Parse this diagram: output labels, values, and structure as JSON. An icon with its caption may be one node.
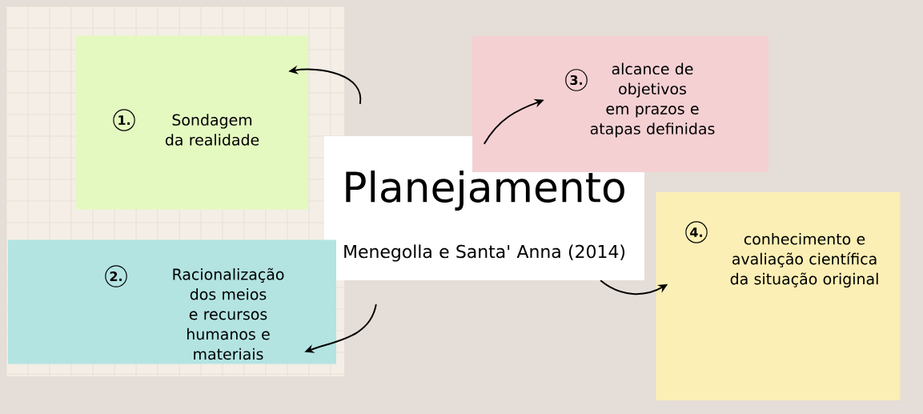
{
  "diagram": {
    "nodes": [
      {
        "text": [
          "Planejamento",
          "Menegolla e Santa' Anna (2014)"
        ]
      },
      {
        "text": [
          "1.",
          "Sondagem da realidade"
        ]
      },
      {
        "text": [
          "2.",
          "Racionalização dos meios e recursos humanos e materiais"
        ]
      },
      {
        "text": [
          "3.",
          "alcance de objetivos em prazos e atapas definidas"
        ]
      },
      {
        "text": [
          "4.",
          "conhecimento e avaliação científica da situação original"
        ]
      }
    ],
    "edges": [
      {
        "from": 0,
        "to": 1,
        "arrow": "to"
      },
      {
        "from": 0,
        "to": 2,
        "arrow": "to"
      },
      {
        "from": 0,
        "to": 3,
        "arrow": "to"
      },
      {
        "from": 0,
        "to": 4,
        "arrow": "to"
      }
    ]
  }
}
